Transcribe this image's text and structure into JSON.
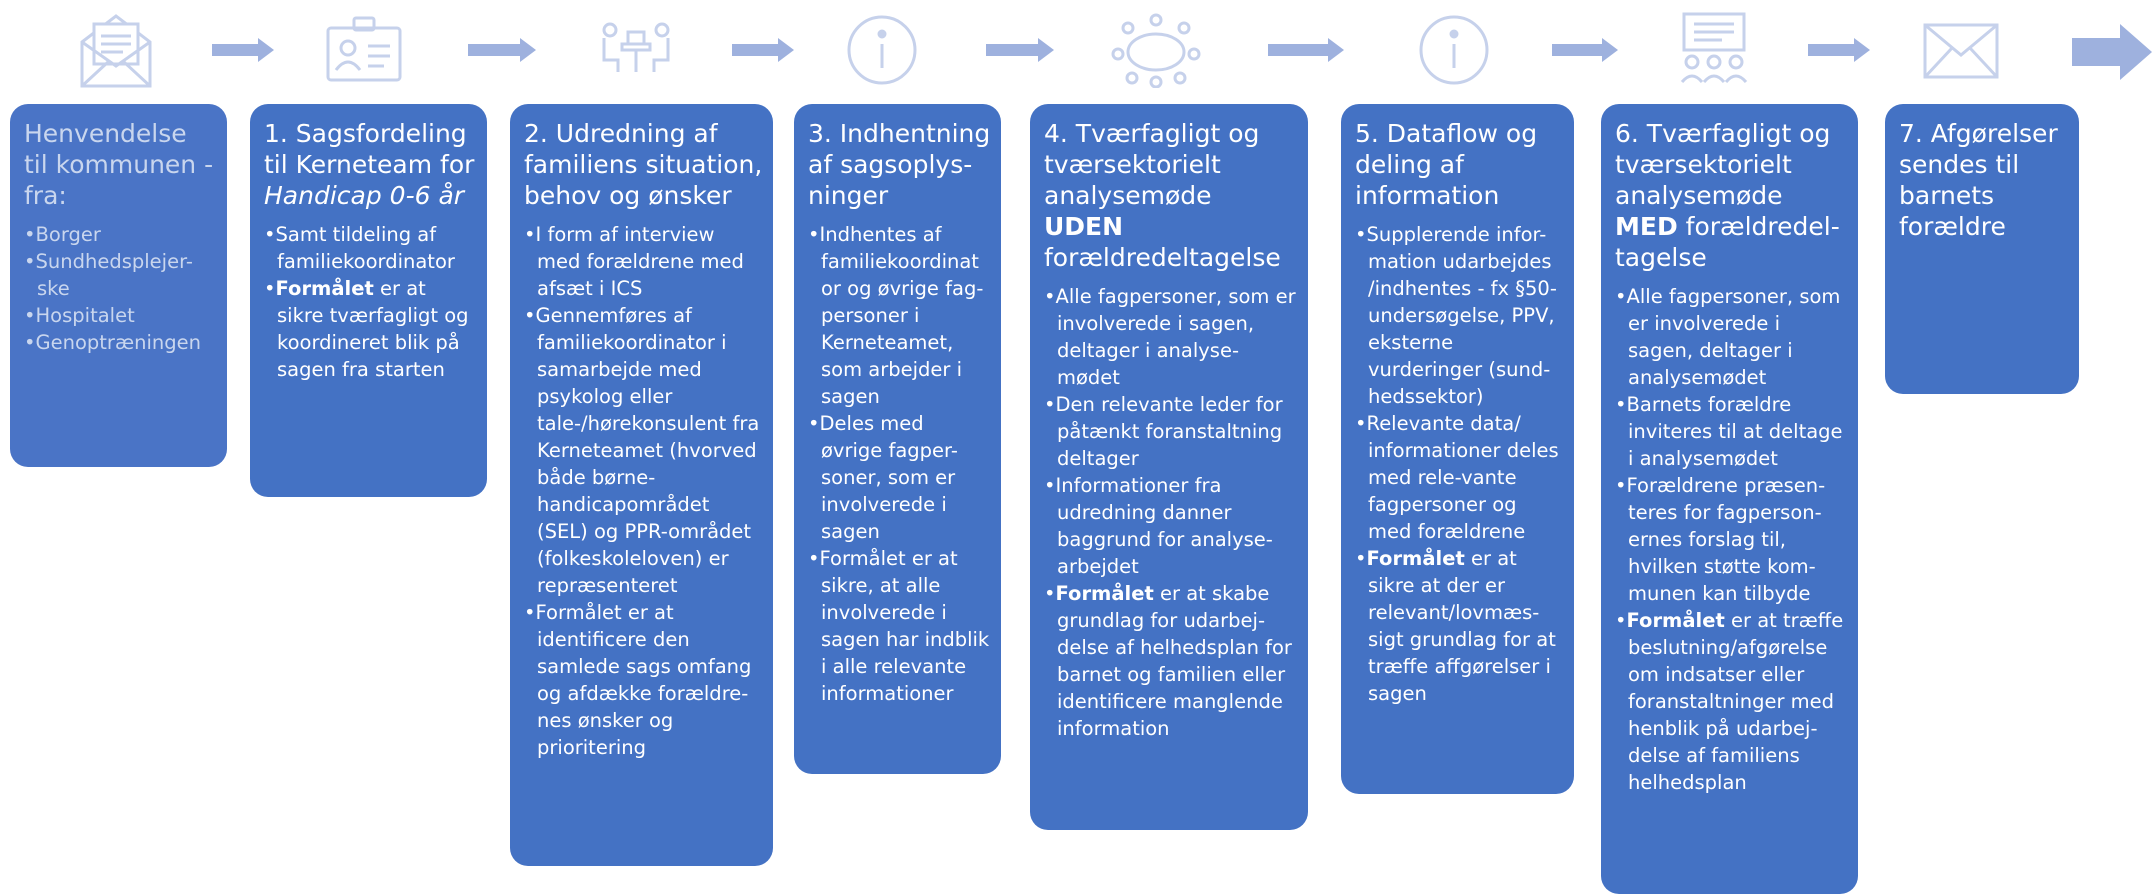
{
  "colors": {
    "card": "#4472c4",
    "icon": "#c6d1eb",
    "arrow": "#9eb1de",
    "text": "#ffffff"
  },
  "icons": [
    "open-envelope-icon",
    "id-card-icon",
    "meeting-icon",
    "info-icon",
    "round-table-icon",
    "info-icon",
    "presentation-icon",
    "envelope-icon"
  ],
  "steps": [
    {
      "title": "Henvendelse til kommunen - fra:",
      "bullets": [
        {
          "text": "Borger"
        },
        {
          "text": "Sundhedsplejer-ske"
        },
        {
          "text": "Hospitalet"
        },
        {
          "text": "Genoptræningen"
        }
      ]
    },
    {
      "title_a": "1. Sagsfordeling til Kerneteam for ",
      "title_italic": "Handicap 0-6 år",
      "bullets": [
        {
          "text": "Samt tildeling af familiekoordinator"
        },
        {
          "bold": "Formålet",
          "text": " er at sikre tværfagligt og koordineret blik på sagen fra starten"
        }
      ]
    },
    {
      "title": "2. Udredning af familiens situation, behov og ønsker",
      "bullets": [
        {
          "text": "I form af interview med forældrene med afsæt i ICS"
        },
        {
          "text": "Gennemføres af familiekoordinator i samarbejde med psykolog eller tale-/hørekonsulent fra Kerneteamet (hvorved både børne-handicapområdet (SEL) og PPR-området (folkeskoleloven) er repræsenteret"
        },
        {
          "text": "Formålet er at identificere den samlede sags omfang og afdække forældre-nes ønsker og prioritering"
        }
      ]
    },
    {
      "title": "3. Indhentning af sagsoplys-ninger",
      "bullets": [
        {
          "text": "Indhentes af familiekoordinat or og øvrige fag-personer i Kerneteamet, som arbejder i sagen"
        },
        {
          "text": "Deles med øvrige fagper-soner, som er involverede i sagen"
        },
        {
          "text": "Formålet er at sikre, at alle involverede i sagen har indblik i alle relevante informationer"
        }
      ]
    },
    {
      "title_a": "4. Tværfagligt og tværsektorielt analysemøde ",
      "title_bold": "UDEN",
      "title_b": " forældredeltagelse",
      "bullets": [
        {
          "text": "Alle fagpersoner, som er involverede i sagen, deltager i analyse-mødet"
        },
        {
          "text": "Den relevante leder for påtænkt foranstaltning deltager"
        },
        {
          "text": "Informationer fra udredning danner baggrund for analyse-arbejdet"
        },
        {
          "bold": "Formålet",
          "text": " er at skabe grundlag for udarbej-delse af helhedsplan for barnet og familien eller identificere manglende information"
        }
      ]
    },
    {
      "title": "5. Dataflow og deling af information",
      "bullets": [
        {
          "text": "Supplerende infor-mation udarbejdes /indhentes - fx §50-undersøgelse, PPV, eksterne vurderinger (sund-hedssektor)"
        },
        {
          "text": "Relevante data/ informationer deles med rele-vante fagpersoner og med forældrene"
        },
        {
          "bold": "Formålet",
          "text": " er at sikre at der er relevant/lovmæs-sigt grundlag for at træffe affgørelser i sagen"
        }
      ]
    },
    {
      "title_a": "6. Tværfagligt og tværsektorielt analysemøde ",
      "title_bold": "MED",
      "title_b": " forældredel-tagelse",
      "bullets": [
        {
          "text": "Alle fagpersoner, som er involverede i sagen, deltager i analysemødet"
        },
        {
          "text": "Barnets forældre inviteres til at deltage i analysemødet"
        },
        {
          "text": "Forældrene præsen-teres for fagperson-ernes forslag til, hvilken støtte kom-munen kan tilbyde"
        },
        {
          "bold": "Formålet",
          "text": " er at træffe beslutning/afgørelse om indsatser eller foranstaltninger med henblik på udarbej-delse af familiens helhedsplan"
        }
      ]
    },
    {
      "title": "7. Afgørelser sendes til barnets forældre",
      "bullets": []
    }
  ]
}
